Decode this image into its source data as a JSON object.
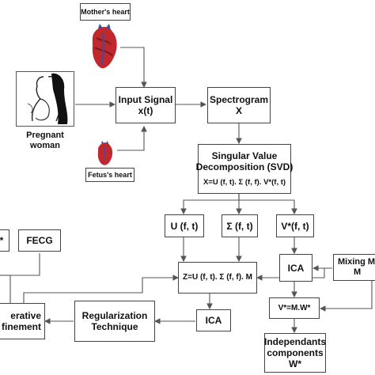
{
  "colors": {
    "border": "#444444",
    "arrow": "#555555",
    "heart_red": "#c0282d",
    "heart_blue": "#3a4fa3",
    "heart_dark": "#7a1a1d"
  },
  "nodes": {
    "mothers_heart_label": "Mother's heart",
    "input_signal": [
      "Input Signal",
      "x(t)"
    ],
    "spectrogram": [
      "Spectrogram",
      "X"
    ],
    "pregnant_woman": [
      "Pregnant",
      "woman"
    ],
    "fetus_heart_label": "Fetus's heart",
    "svd": [
      "Singular Value",
      "Decomposition (SVD)"
    ],
    "svd_formula": "X=U (f, t). Σ (f, f). V*(f, t)",
    "u_box": "U (f, t)",
    "sigma_box": "Σ (f, t)",
    "vstar_box": "V*(f, t)",
    "fecg_left_partial": "*",
    "fecg": "FECG",
    "z_formula": "Z=U (f, t). Σ (f, f). M",
    "ica_right": "ICA",
    "mixing": [
      "Mixing M",
      "M"
    ],
    "iterative_refinement": [
      "erative",
      "finement"
    ],
    "regularization": [
      "Regularization",
      "Technique"
    ],
    "ica_bottom": "ICA",
    "wstar_formula": "V*=M.W*",
    "independants": [
      "Independants",
      "components",
      "W*"
    ]
  },
  "icons": {
    "mother_heart": "anatomical-heart-icon",
    "fetus_heart": "anatomical-heart-icon",
    "pregnant_woman": "pregnant-woman-sketch-icon"
  }
}
